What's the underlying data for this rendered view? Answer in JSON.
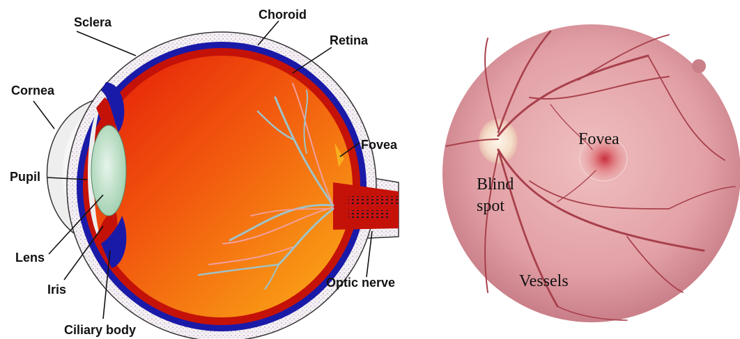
{
  "cross_section": {
    "labels": {
      "sclera": "Sclera",
      "choroid": "Choroid",
      "retina": "Retina",
      "cornea": "Cornea",
      "fovea": "Fovea",
      "pupil": "Pupil",
      "lens": "Lens",
      "iris": "Iris",
      "optic_nerve": "Optic nerve",
      "ciliary_body": "Ciliary body"
    }
  },
  "fundus_photo": {
    "labels": {
      "fovea": "Fovea",
      "blind_spot_line1": "Blind",
      "blind_spot_line2": "spot",
      "vessels": "Vessels"
    }
  },
  "colors": {
    "vitreous_red": "#e8230a",
    "vitreous_orange": "#f8a010",
    "choroid_blue": "#1a1aa8",
    "retina_red": "#c01010",
    "lens_green": "#b8dcc0",
    "fundus_pink": "#e8a8ac",
    "optic_disc": "#f4e8d8"
  }
}
